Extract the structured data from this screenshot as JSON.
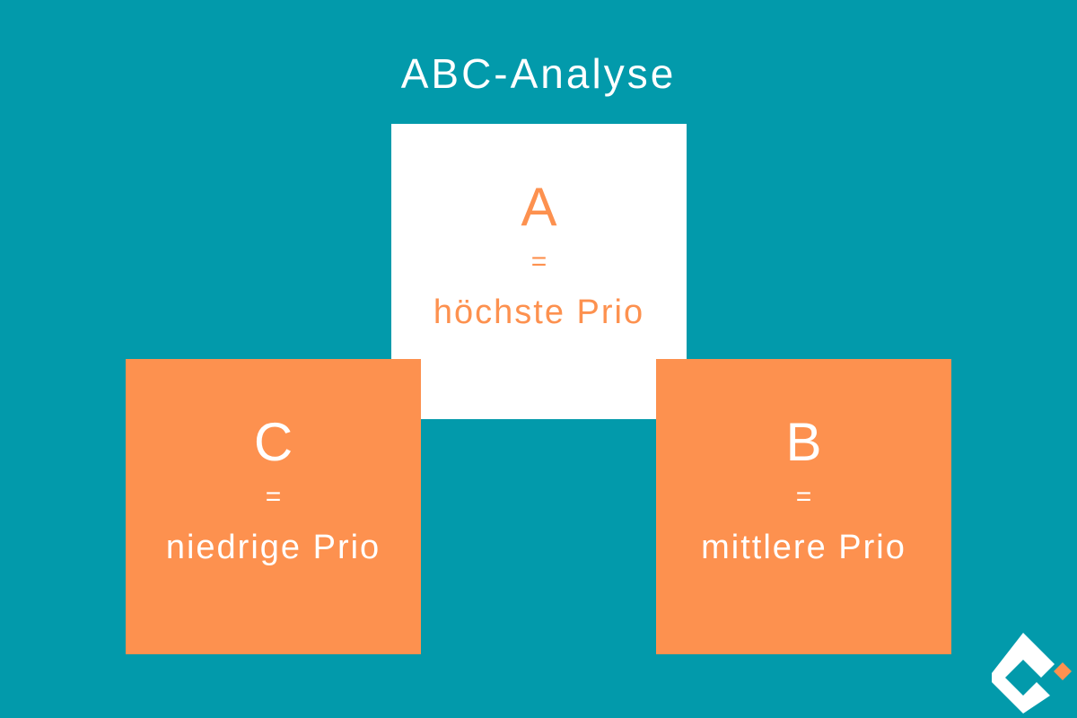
{
  "title": "ABC-Analyse",
  "boxes": {
    "a": {
      "letter": "A",
      "equals": "=",
      "label": "höchste Prio"
    },
    "b": {
      "letter": "B",
      "equals": "=",
      "label": "mittlere Prio"
    },
    "c": {
      "letter": "C",
      "equals": "=",
      "label": "niedrige Prio"
    }
  },
  "colors": {
    "background": "#029aab",
    "accent": "#fd914f",
    "white": "#ffffff"
  },
  "logo": {
    "icon": "brand-logo-icon"
  }
}
